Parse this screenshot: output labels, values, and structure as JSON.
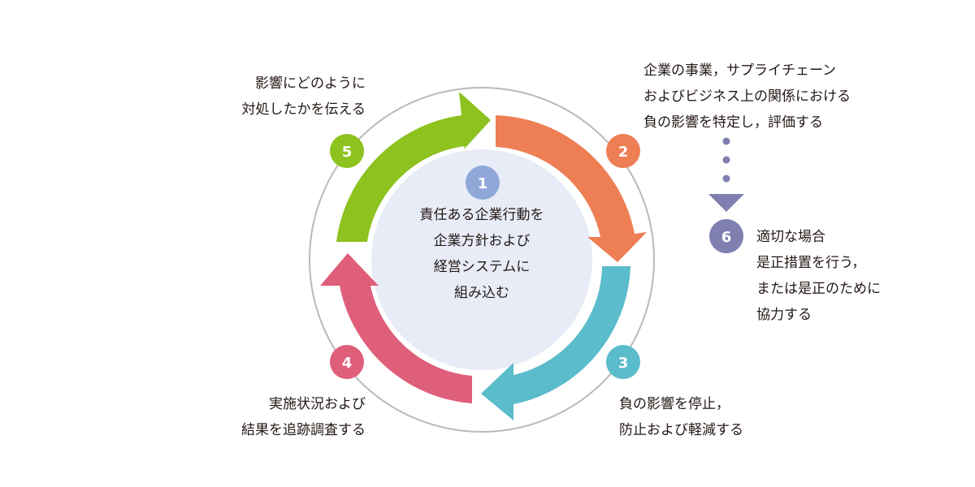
{
  "steps": [
    {
      "number": "1",
      "text": "責任ある企業行動を\n企業方針および\n経営システムに\n組み込む",
      "color": "#8fa8d8"
    },
    {
      "number": "2",
      "text": "企業の事業，サプライチェーン\nおよびビジネス上の関係における\n負の影響を特定し，評価する",
      "color": "#ee7e53"
    },
    {
      "number": "3",
      "text": "負の影響を停止，\n防止および軽減する",
      "color": "#5bbccb"
    },
    {
      "number": "4",
      "text": "実施状況および\n結果を追跡調査する",
      "color": "#df5f7b"
    },
    {
      "number": "5",
      "text": "影響にどのように\n対処したかを伝える",
      "color": "#8dc21f"
    },
    {
      "number": "6",
      "text": "適切な場合\n是正措置を行う，\nまたは是正のために\n協力する",
      "color": "#7f7fb0"
    }
  ],
  "colors": {
    "center_fill": "#e8ecf7",
    "ring": "#b9b9b9",
    "connector": "#7f7fb0"
  }
}
